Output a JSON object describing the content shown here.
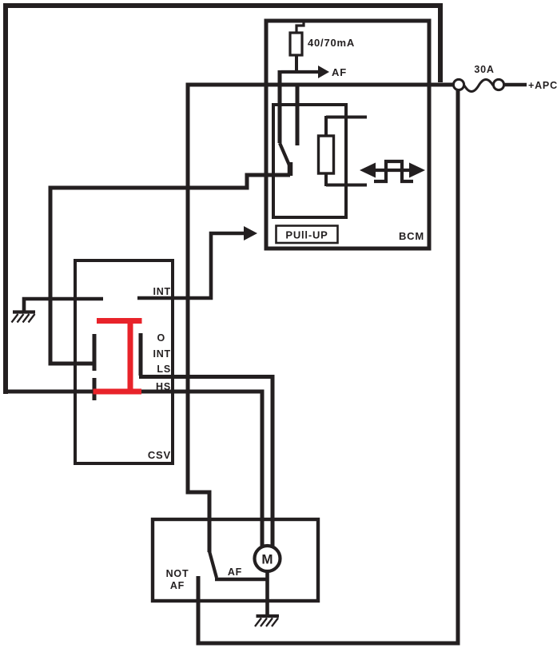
{
  "colors": {
    "wire": "#231f20",
    "highlight": "#e8232a",
    "background": "#ffffff"
  },
  "power": {
    "fuse_rating": "30A",
    "supply_label": "+APC"
  },
  "bcm": {
    "module_label": "BCM",
    "pullup_box_label": "PUll-UP",
    "resistor_rating": "40/70mA",
    "af_signal_label": "AF"
  },
  "csv": {
    "module_label": "CSV",
    "pin_int_top": "INT",
    "pin_o": "O",
    "pin_int": "INT",
    "pin_ls": "LS",
    "pin_hs": "HS"
  },
  "motor": {
    "motor_symbol": "M",
    "park_not_af_line1": "NOT",
    "park_not_af_line2": "AF",
    "park_af_label": "AF"
  }
}
